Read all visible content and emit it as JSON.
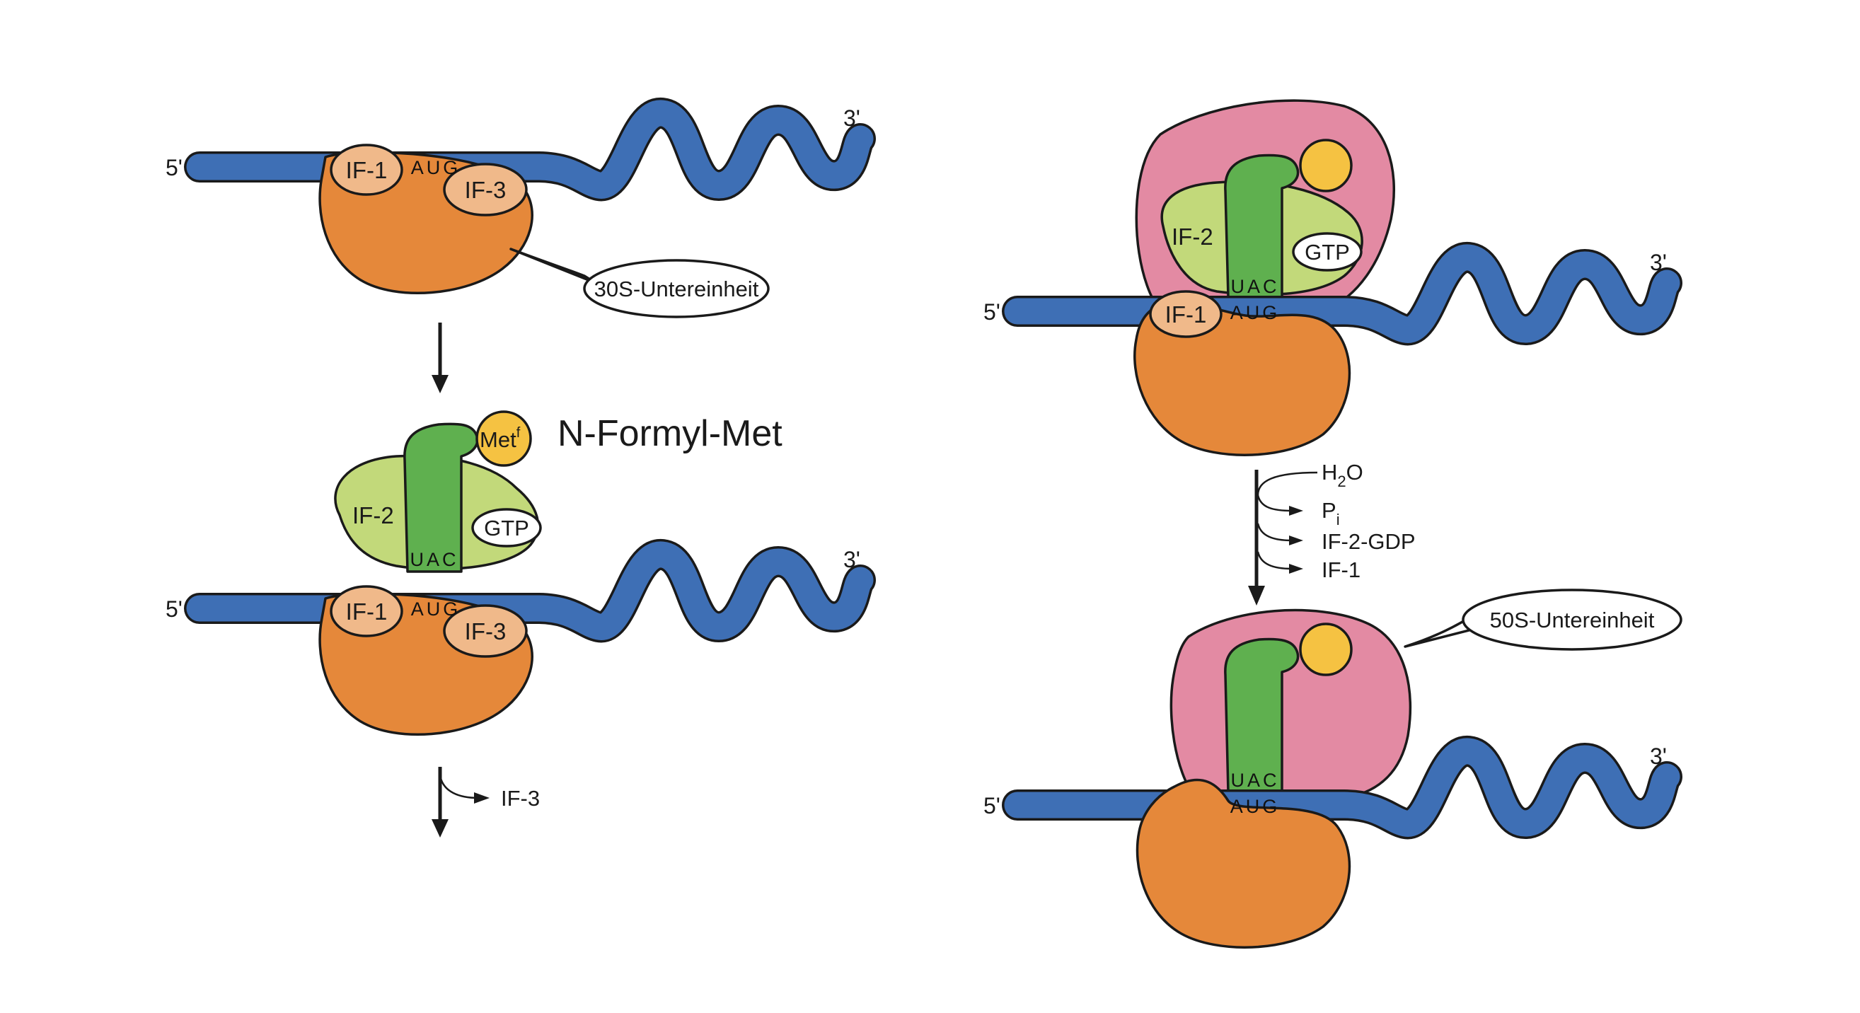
{
  "labels": {
    "five_prime": "5'",
    "three_prime": "3'",
    "start_codon": "AUG",
    "anticodon": "UAC",
    "if1": "IF-1",
    "if2": "IF-2",
    "if3": "IF-3",
    "gtp": "GTP",
    "met_base": "Met",
    "met_sup": "f",
    "n_formyl_met": "N-Formyl-Met",
    "subunit_30s": "30S-Untereinheit",
    "subunit_50s": "50S-Untereinheit",
    "release_if3": "IF-3",
    "h2o_h": "H",
    "h2o_sub": "2",
    "h2o_o": "O",
    "pi_p": "P",
    "pi_sub": "i",
    "if2_gdp": "IF-2-GDP",
    "release_if1": "IF-1"
  },
  "colors": {
    "mrna": "#3e6fb5",
    "small_subunit": "#e5883a",
    "factor_light": "#f0b98a",
    "if2": "#c2d97a",
    "trna": "#5fb04f",
    "met": "#f5c242",
    "large_subunit": "#e38aa3",
    "bubble": "#ffffff"
  }
}
